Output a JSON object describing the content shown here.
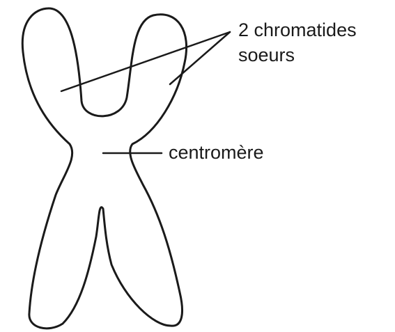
{
  "labels": {
    "sister_chromatids_line1": "2 chromatides",
    "sister_chromatids_line2": "soeurs",
    "centromere": "centromère"
  },
  "colors": {
    "ink": "#1a1a1a",
    "background": "#ffffff"
  }
}
